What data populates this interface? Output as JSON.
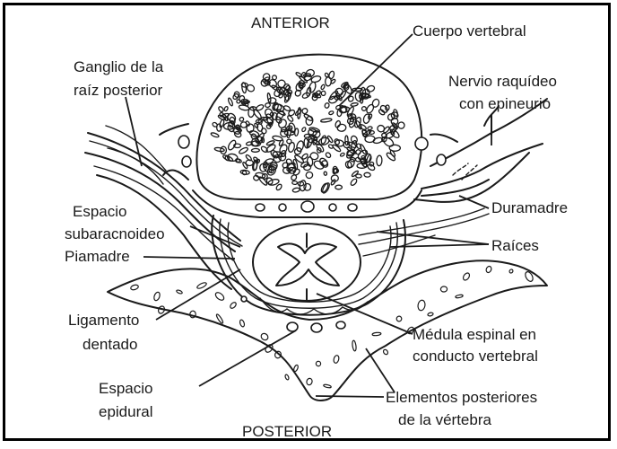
{
  "labels": {
    "anterior": "ANTERIOR",
    "posterior": "POSTERIOR",
    "cuerpo_vertebral": "Cuerpo vertebral",
    "ganglio_l1": "Ganglio de la",
    "ganglio_l2": "raíz posterior",
    "nervio_l1": "Nervio raquídeo",
    "nervio_l2": "con epineurio",
    "espacio_sub_l1": "Espacio",
    "espacio_sub_l2": "subaracnoideo",
    "piamadre": "Piamadre",
    "duramadre": "Duramadre",
    "raices": "Raíces",
    "ligamento_l1": "Ligamento",
    "ligamento_l2": "dentado",
    "medula_l1": "Médula espinal en",
    "medula_l2": "conducto vertebral",
    "epidural_l1": "Espacio",
    "epidural_l2": "epidural",
    "elementos_l1": "Elementos posteriores",
    "elementos_l2": "de la vértebra"
  },
  "colors": {
    "ink": "#1a1a1a",
    "background": "#ffffff",
    "frame": "#000000"
  }
}
